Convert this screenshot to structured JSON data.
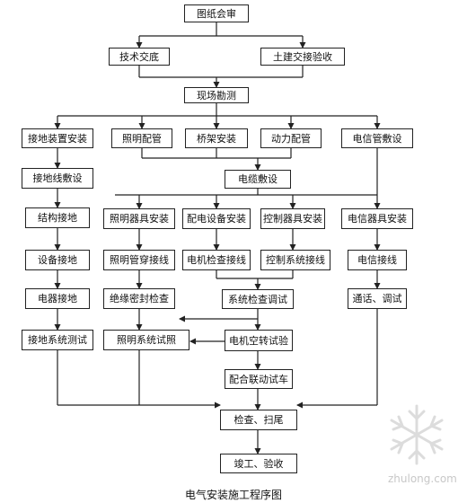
{
  "nodes": {
    "n1": "图纸会审",
    "n2": "技术交底",
    "n3": "土建交接验收",
    "n4": "现场勘测",
    "n5": "接地装置安装",
    "n6": "照明配管",
    "n7": "桥架安装",
    "n8": "动力配管",
    "n9": "电信管敷设",
    "n10": "接地线敷设",
    "n11": "电缆敷设",
    "n12": "结构接地",
    "n13": "照明器具安装",
    "n14": "配电设备安装",
    "n15": "控制器具安装",
    "n16": "电信器具安装",
    "n17": "设备接地",
    "n18": "照明管穿接线",
    "n19": "电机检查接线",
    "n20": "控制系统接线",
    "n21": "电信接线",
    "n22": "电器接地",
    "n23": "绝缘密封检查",
    "n24": "系统检查调试",
    "n25": "通话、调试",
    "n26": "接地系统测试",
    "n27": "照明系统试照",
    "n28": "电机空转试验",
    "n29": "配合联动试车",
    "n30": "检查、扫尾",
    "n31": "竣工、验收"
  },
  "caption": "电气安装施工程序图",
  "watermark": "zhulong.com",
  "colors": {
    "line": "#222222",
    "box_border": "#222222",
    "watermark": "#c8c8c8"
  }
}
